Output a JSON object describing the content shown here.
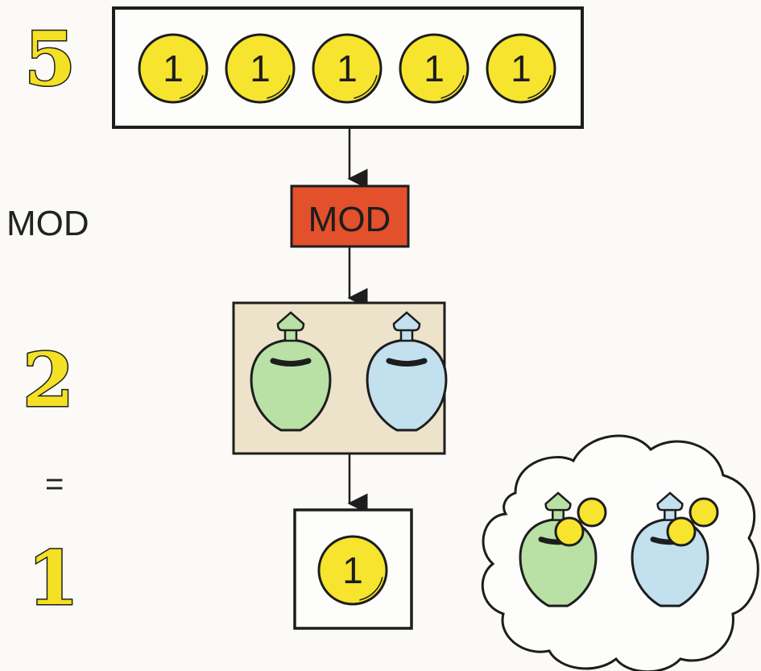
{
  "left_column": {
    "dividend": "5",
    "operator": "MOD",
    "divisor": "2",
    "equals": "=",
    "result": "1"
  },
  "input_box": {
    "coins": [
      "1",
      "1",
      "1",
      "1",
      "1"
    ]
  },
  "mod_box": {
    "label": "MOD",
    "color": "#e2502c"
  },
  "jars_box": {
    "background": "#ede3cb",
    "jars": [
      {
        "color": "#b9e0a5"
      },
      {
        "color": "#c2e0ee"
      }
    ]
  },
  "output_box": {
    "coins": [
      "1"
    ]
  },
  "thought_cloud": {
    "jars": [
      {
        "color": "#b9e0a5",
        "coins_held": 2
      },
      {
        "color": "#c2e0ee",
        "coins_held": 2
      }
    ]
  },
  "colors": {
    "coin": "#f6e42e",
    "outline": "#1d1d1d"
  }
}
